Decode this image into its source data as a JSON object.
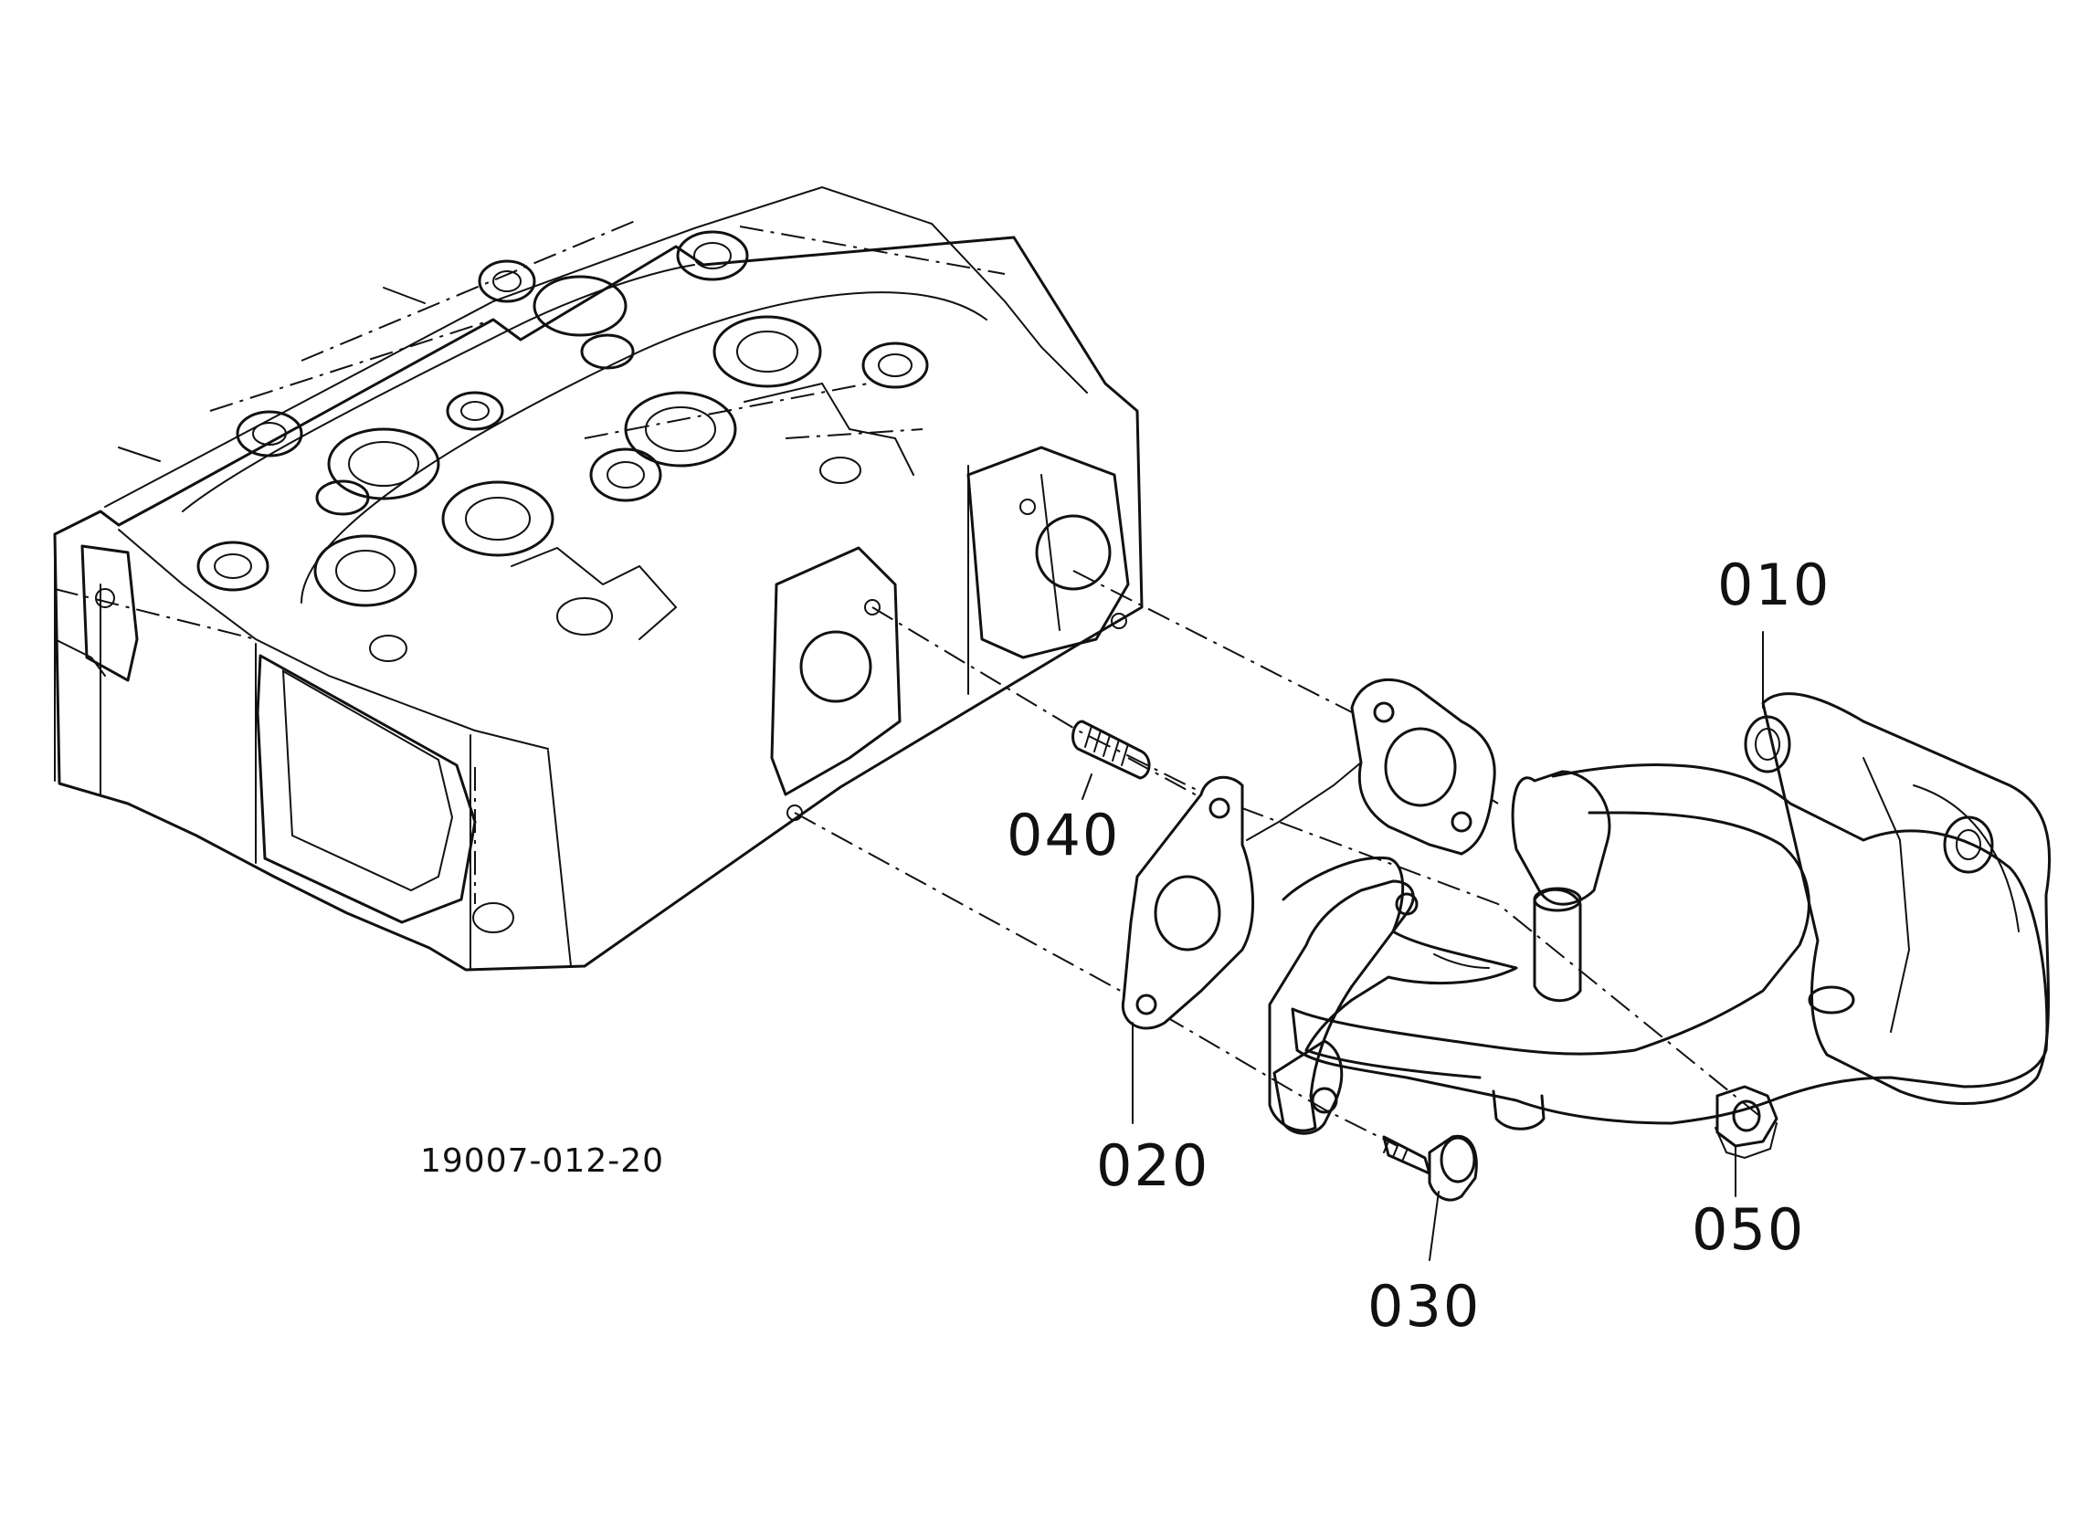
{
  "drawing_number": "19007-012-20",
  "callouts": [
    {
      "id": "010",
      "label": "010"
    },
    {
      "id": "020",
      "label": "020"
    },
    {
      "id": "030",
      "label": "030"
    },
    {
      "id": "040",
      "label": "040"
    },
    {
      "id": "050",
      "label": "050"
    }
  ]
}
